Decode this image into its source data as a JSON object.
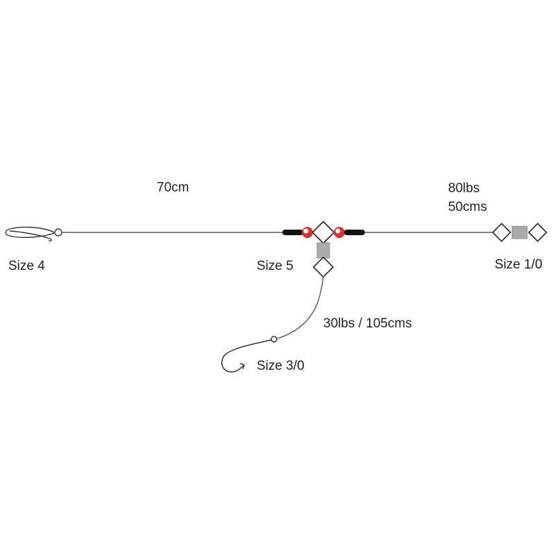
{
  "labels": {
    "main_length": "70cm",
    "top_line_strength": "80lbs",
    "top_line_length": "50cms",
    "snap_size": "Size 4",
    "center_swivel_size": "Size 5",
    "end_swivel_size": "Size 1/0",
    "snood_spec": "30lbs / 105cms",
    "hook_size": "Size 3/0"
  },
  "colors": {
    "line": "#555555",
    "crimp": "#111111",
    "bead": "#e0302a",
    "swivel_outline": "#222222",
    "swivel_body": "#aaaaaa",
    "text": "#222222"
  },
  "icons": {
    "snap": "clip-snap-icon",
    "hook": "hook-icon",
    "swivel": "rolling-swivel-icon",
    "bead": "bead-icon",
    "crimp": "crimp-icon"
  }
}
